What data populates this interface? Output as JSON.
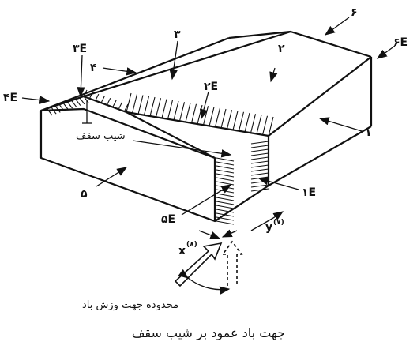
{
  "labels": {
    "n1": "۱",
    "n2": "۲",
    "n3": "۳",
    "n4": "۴",
    "n5": "۵",
    "n6": "۶",
    "e1": "۱E",
    "e2": "۲E",
    "e3": "۳E",
    "e4": "۴E",
    "e5": "۵E",
    "e6": "۶E",
    "x": "x",
    "x_sup": "(۸)",
    "y": "y",
    "y_sup": "(۷)"
  },
  "annotations": {
    "roof_slope": "شیب سقف",
    "wind_range": "محدوده جهت وزش باد"
  },
  "caption": "جهت باد عمود بر شیب سقف"
}
